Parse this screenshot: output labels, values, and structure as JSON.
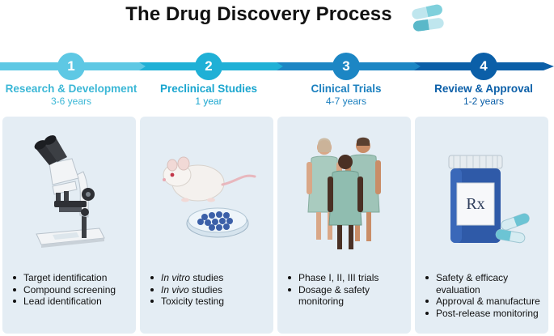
{
  "title": "The Drug Discovery Process",
  "colors": {
    "arrow_light": "#5ec8e4",
    "arrow_mid": "#1fb0d6",
    "arrow_blue": "#1c86c4",
    "arrow_dark": "#0b5fa8",
    "panel_bg": "#e4edf4"
  },
  "stages": [
    {
      "number": "1",
      "title": "Research & Development",
      "duration": "3-6 years",
      "illustration": "microscope-icon",
      "bullets": [
        {
          "text": "Target identification"
        },
        {
          "text": "Compound screening"
        },
        {
          "text": "Lead identification"
        }
      ]
    },
    {
      "number": "2",
      "title": "Preclinical Studies",
      "duration": "1 year",
      "illustration": "lab-mouse-petri-dish-icon",
      "bullets": [
        {
          "em": "In vitro",
          "text": " studies"
        },
        {
          "em": "In vivo",
          "text": " studies"
        },
        {
          "text": "Toxicity testing"
        }
      ]
    },
    {
      "number": "3",
      "title": "Clinical Trials",
      "duration": "4-7 years",
      "illustration": "patients-icon",
      "bullets": [
        {
          "text": "Phase I, II, III trials"
        },
        {
          "text": "Dosage & safety"
        },
        {
          "text": "monitoring",
          "continuation": true
        }
      ]
    },
    {
      "number": "4",
      "title": "Review & Approval",
      "duration": "1-2 years",
      "illustration": "prescription-bottle-icon",
      "rx_label": "Rx",
      "bullets": [
        {
          "text": "Safety & efficacy"
        },
        {
          "text": "evaluation",
          "continuation": true
        },
        {
          "text": "Approval & manufacture"
        },
        {
          "text": "Post-release monitoring"
        }
      ]
    }
  ]
}
